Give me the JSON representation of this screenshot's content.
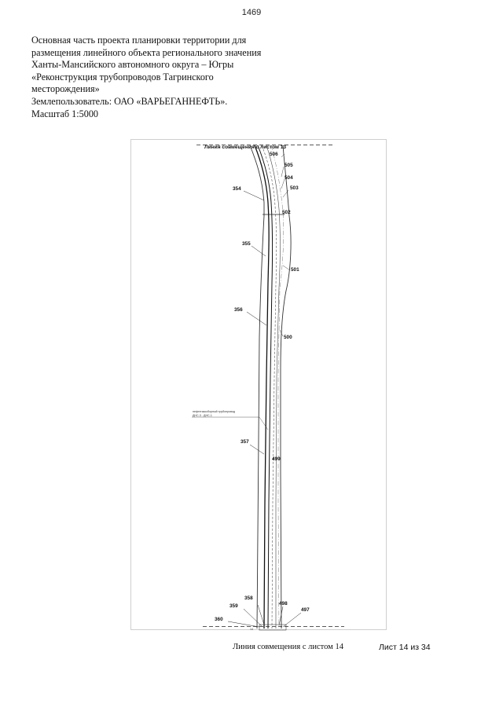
{
  "page_number": "1469",
  "title_lines": [
    "Основная часть проекта планировки территории для",
    "размещения линейного объекта регионального значения",
    "Ханты-Мансийского автономного округа – Югры",
    "«Реконструкция трубопроводов Тагринского",
    "месторождения»",
    "Землепользователь: ОАО «ВАРЬЕГАННЕФТЬ».",
    "Масштаб 1:5000"
  ],
  "map": {
    "match_line_top": "Линия совмещения с листом 13",
    "pipeline_note_line1": "нефтегазосборный трубопровод",
    "pipeline_note_line2": "ДНС-3 - ДНС-1",
    "left_points": [
      "354",
      "355",
      "356",
      "357",
      "358",
      "359",
      "360"
    ],
    "right_points": [
      "506",
      "505",
      "504",
      "503",
      "502",
      "501",
      "500",
      "499",
      "498",
      "497"
    ],
    "bottom_marker": "14"
  },
  "footer": {
    "match_line_bottom": "Линия совмещения с листом 14",
    "sheet_label": "Лист 14 из 34"
  }
}
